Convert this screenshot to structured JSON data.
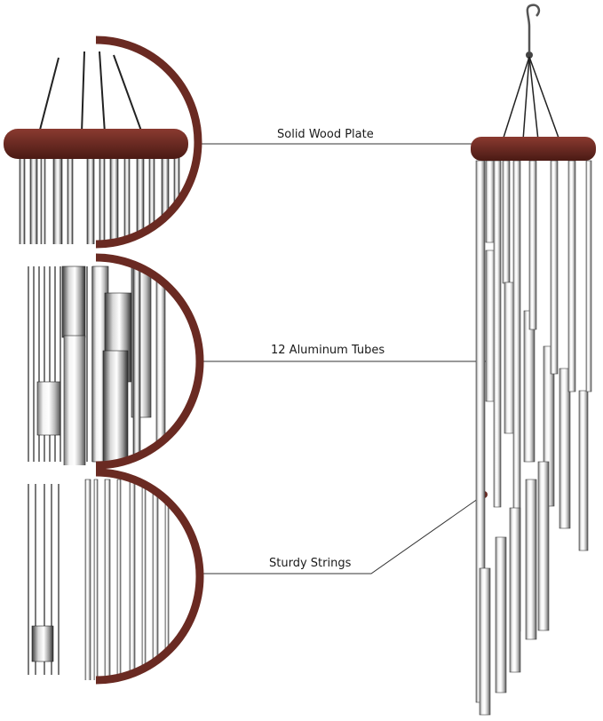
{
  "callouts": {
    "wood_plate": "Solid Wood  Plate",
    "tubes": "12 Aluminum Tubes",
    "strings": "Sturdy Strings"
  },
  "colors": {
    "wood": "#6a2a22",
    "wood_highlight": "#8a3a30",
    "tube_light": "#f2f2f2",
    "tube_mid": "#bdbdbd",
    "tube_dark": "#4a4a4a",
    "string": "#222222",
    "leader": "#333333",
    "dot": "#6a2a22"
  },
  "icons": [
    "hanging-hook-icon"
  ]
}
